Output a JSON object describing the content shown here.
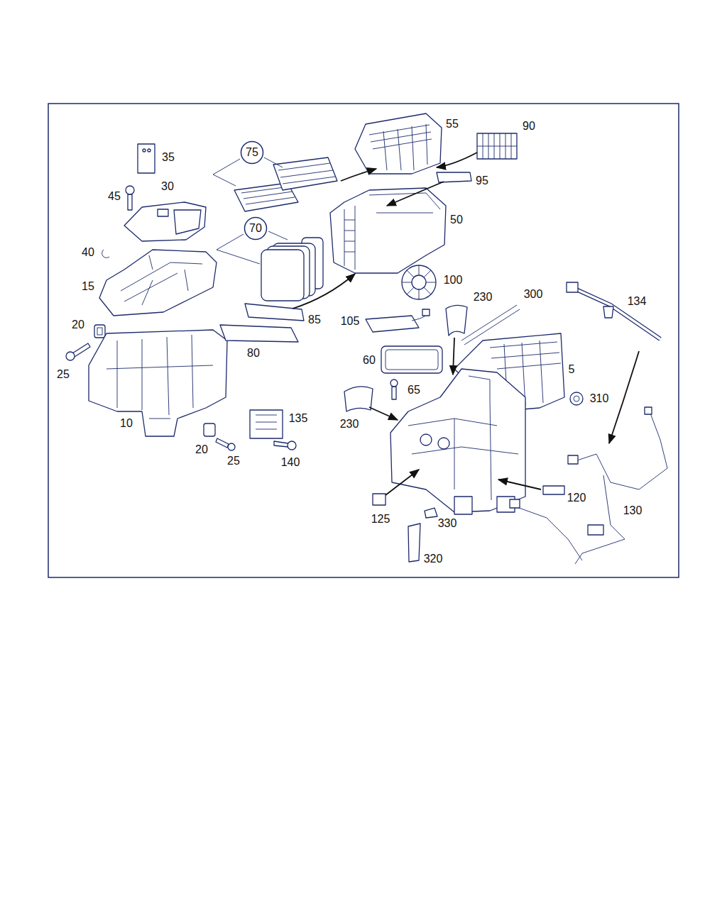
{
  "diagram": {
    "nodes": [
      {
        "text": [
          "75"
        ]
      },
      {
        "text": [
          "70"
        ]
      }
    ],
    "labels": [
      "55",
      "90",
      "35",
      "30",
      "95",
      "45",
      "50",
      "40",
      "100",
      "15",
      "230",
      "300",
      "134",
      "85",
      "20",
      "105",
      "80",
      "60",
      "25",
      "5",
      "65",
      "310",
      "135",
      "10",
      "230",
      "20",
      "25",
      "140",
      "120",
      "130",
      "125",
      "330",
      "320"
    ]
  }
}
